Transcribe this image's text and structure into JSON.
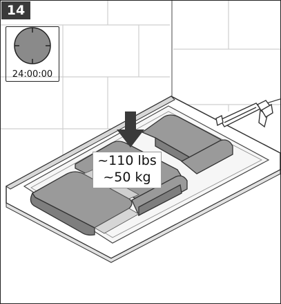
{
  "step": {
    "number": "14"
  },
  "timer": {
    "time": "24:00:00",
    "icon": "clock-icon"
  },
  "weight": {
    "imperial": "~110 lbs",
    "metric": "~50 kg"
  },
  "icons": {
    "arrow": "down-arrow-icon",
    "caulk_gun": "caulking-gun-icon"
  },
  "colors": {
    "badge": "#3a3a3a",
    "weights": "#9a9a9a",
    "clock_face": "#8a8a8a"
  }
}
